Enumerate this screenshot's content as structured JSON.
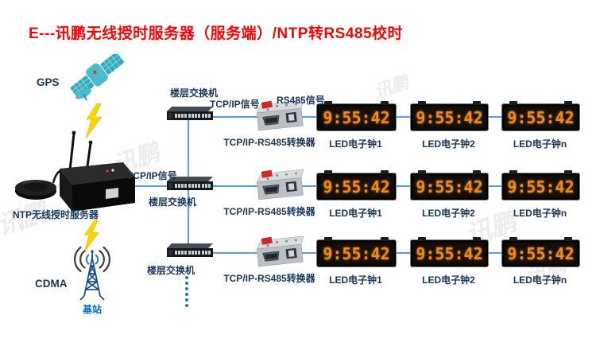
{
  "title": "E---讯鹏无线授时服务器（服务端）/NTP转RS485校时",
  "left_column": {
    "gps_label": "GPS",
    "ntp_server_label": "NTP无线授时服务器",
    "cdma_label": "CDMA",
    "base_station_label": "基站"
  },
  "watermark_text": "讯鹏",
  "rows": [
    {
      "switch_label": "楼层交换机",
      "tcpip_signal_label": "TCP/IP信号",
      "rs485_signal_label": "RS485信号",
      "converter_label": "TCP/IP-RS485转换器",
      "clocks": [
        {
          "time": "9:55:42",
          "label": "LED电子钟1"
        },
        {
          "time": "9:55:42",
          "label": "LED电子钟2"
        },
        {
          "time": "9:55:42",
          "label": "LED电子钟n"
        }
      ]
    },
    {
      "switch_label": "楼层交换机",
      "tcpip_signal_label": "TCP/IP信号",
      "converter_label": "TCP/IP-RS485转换器",
      "clocks": [
        {
          "time": "9:55:42",
          "label": "LED电子钟1"
        },
        {
          "time": "9:55:42",
          "label": "LED电子钟2"
        },
        {
          "time": "9:55:42",
          "label": "LED电子钟n"
        }
      ]
    },
    {
      "switch_label": "楼层交换机",
      "converter_label": "TCP/IP-RS485转换器",
      "clocks": [
        {
          "time": "9:55:42",
          "label": "LED电子钟1"
        },
        {
          "time": "9:55:42",
          "label": "LED电子钟2"
        },
        {
          "time": "9:55:42",
          "label": "LED电子钟n"
        }
      ]
    }
  ],
  "colors": {
    "title_red": "#f50505",
    "label_navy": "#17375d",
    "base_station_blue": "#0070c0",
    "line_blue": "#5b9dd8",
    "clock_digit_orange": "#f0881a",
    "satellite_teal": "#3bb0c4",
    "lightning_yellow": "#ffd400"
  }
}
